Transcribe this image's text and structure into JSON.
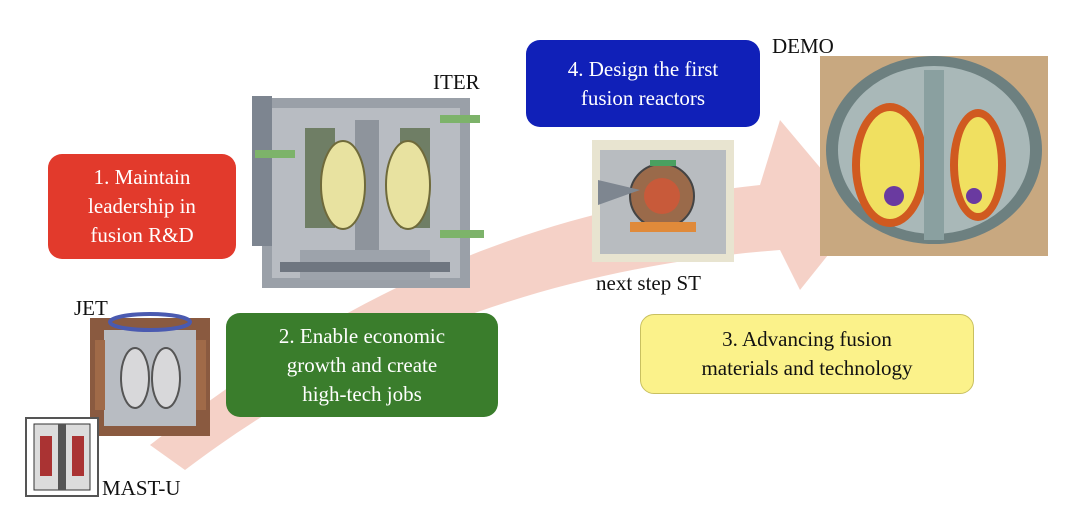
{
  "labels": {
    "iter": "ITER",
    "jet": "JET",
    "mast": "MAST-U",
    "demo": "DEMO",
    "next_step": "next step ST"
  },
  "boxes": {
    "box1": [
      "1. Maintain",
      "leadership in",
      "fusion R&D"
    ],
    "box2": [
      "2. Enable economic",
      "growth and create",
      "high-tech jobs"
    ],
    "box3": [
      "3. Advancing fusion",
      "materials and technology"
    ],
    "box4": [
      "4. Design the first",
      "fusion reactors"
    ]
  },
  "colors": {
    "arrow": "#f3c9bd",
    "box1": "#e23a2c",
    "box2": "#3a7d2c",
    "box3": "#fbf28a",
    "box4": "#1020b8"
  },
  "images": [
    "iter-reactor-image",
    "jet-reactor-image",
    "mast-u-reactor-image",
    "next-step-st-image",
    "demo-reactor-image"
  ]
}
